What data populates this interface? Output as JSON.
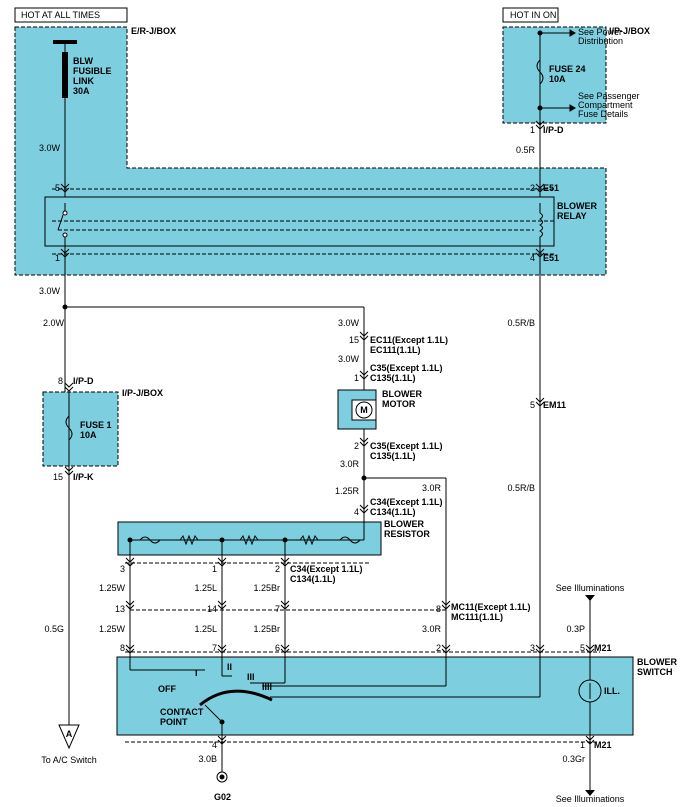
{
  "colors": {
    "box_fill": "#7dcfe0",
    "wire": "#000000",
    "dashed": "#000000"
  },
  "headers": {
    "hot_at_all_times": "HOT AT ALL TIMES",
    "hot_in_on": "HOT IN ON"
  },
  "boxes": {
    "er_j_box": "E/R-J/BOX",
    "ip_j_box_top": "I/P-J/BOX",
    "ip_j_box_mid": "I/P-J/BOX",
    "blower_relay": [
      "BLOWER",
      "RELAY"
    ],
    "blower_motor": [
      "BLOWER",
      "MOTOR"
    ],
    "blower_resistor": [
      "BLOWER",
      "RESISTOR"
    ],
    "blower_switch": [
      "BLOWER",
      "SWITCH"
    ]
  },
  "components": {
    "blw_fusible_link": [
      "BLW",
      "FUSIBLE",
      "LINK",
      "30A"
    ],
    "fuse24": [
      "FUSE 24",
      "10A"
    ],
    "fuse1": [
      "FUSE 1",
      "10A"
    ],
    "motor_symbol": "M",
    "ill_label": "ILL.",
    "see_power_distribution": [
      "See Power",
      "Distribution"
    ],
    "see_passenger_compartment": [
      "See Passenger",
      "Compartment",
      "Fuse Details"
    ],
    "see_illuminations_top": "See Illuminations",
    "see_illuminations_bottom": "See Illuminations",
    "to_ac_switch": "To A/C Switch",
    "ground_label": "G02",
    "connector_a": "A"
  },
  "switch_positions": {
    "off": "OFF",
    "p1": "I",
    "p2": "II",
    "p3": "III",
    "p4": "IIII",
    "contact_point": [
      "CONTACT",
      "POINT"
    ]
  },
  "connectors": {
    "ip_d_top": "I/P-D",
    "e51_top": "E51",
    "e51_bottom": "E51",
    "ec11": [
      "EC11(Except 1.1L)",
      "EC111(1.1L)"
    ],
    "c35_top": [
      "C35(Except 1.1L)",
      "C135(1.1L)"
    ],
    "c35_bottom": [
      "C35(Except 1.1L)",
      "C135(1.1L)"
    ],
    "c34_top": [
      "C34(Except 1.1L)",
      "C134(1.1L)"
    ],
    "c34_bottom": [
      "C34(Except 1.1L)",
      "C134(1.1L)"
    ],
    "ip_d_mid": "I/P-D",
    "ip_k": "I/P-K",
    "em11": "EM11",
    "mc11": [
      "MC11(Except 1.1L)",
      "MC111(1.1L)"
    ],
    "m21_top": "M21",
    "m21_bottom": "M21"
  },
  "pins": {
    "ip_d_top": "1",
    "relay_5": "5",
    "relay_2": "2",
    "relay_1": "1",
    "relay_4": "4",
    "ec11": "15",
    "c35_top": "1",
    "c35_bottom": "2",
    "c34_top": "4",
    "res_3": "3",
    "res_1": "1",
    "res_2": "2",
    "mc_13": "13",
    "mc_14": "14",
    "mc_7": "7",
    "mc_8": "8",
    "em11": "5",
    "ipd_mid": "8",
    "ipk": "15",
    "sw_8": "8",
    "sw_7": "7",
    "sw_6": "6",
    "sw_2": "2",
    "sw_3": "3",
    "sw_5": "5",
    "sw_4": "4",
    "sw_1": "1"
  },
  "wires": {
    "w_3_0W_top": "3.0W",
    "w_0_5R_top": "0.5R",
    "w_3_0W_relay_out": "3.0W",
    "w_2_0W": "2.0W",
    "w_3_0W_a": "3.0W",
    "w_3_0W_b": "3.0W",
    "w_0_5RB_top": "0.5R/B",
    "w_0_5RB_bottom": "0.5R/B",
    "w_3_0R_a": "3.0R",
    "w_3_0R_b": "3.0R",
    "w_3_0R_c": "3.0R",
    "w_1_25R": "1.25R",
    "w_1_25W_a": "1.25W",
    "w_1_25L_a": "1.25L",
    "w_1_25Br_a": "1.25Br",
    "w_1_25W_b": "1.25W",
    "w_1_25L_b": "1.25L",
    "w_1_25Br_b": "1.25Br",
    "w_0_5G": "0.5G",
    "w_0_3P": "0.3P",
    "w_3_0B": "3.0B",
    "w_0_3Gr": "0.3Gr"
  }
}
